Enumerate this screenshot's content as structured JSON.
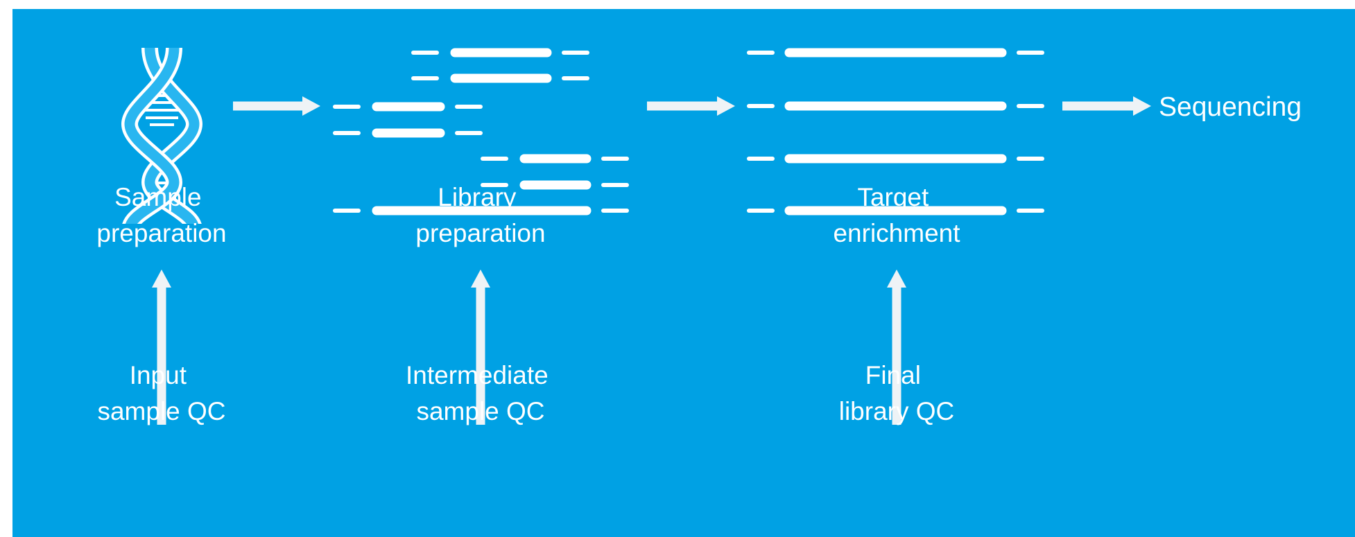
{
  "background_color": "#00a1e4",
  "foreground_color": "#ffffff",
  "icons": [
    "dna-helix-icon"
  ],
  "stages": [
    {
      "id": "sample",
      "title": [
        "Sample",
        "preparation"
      ],
      "qc": [
        "Input",
        "sample QC"
      ]
    },
    {
      "id": "library",
      "title": [
        "Library",
        "preparation"
      ],
      "qc": [
        "Intermediate",
        "sample QC"
      ]
    },
    {
      "id": "target",
      "title": [
        "Target",
        "enrichment"
      ],
      "qc": [
        "Final",
        "library QC"
      ]
    }
  ],
  "final_step": "Sequencing"
}
